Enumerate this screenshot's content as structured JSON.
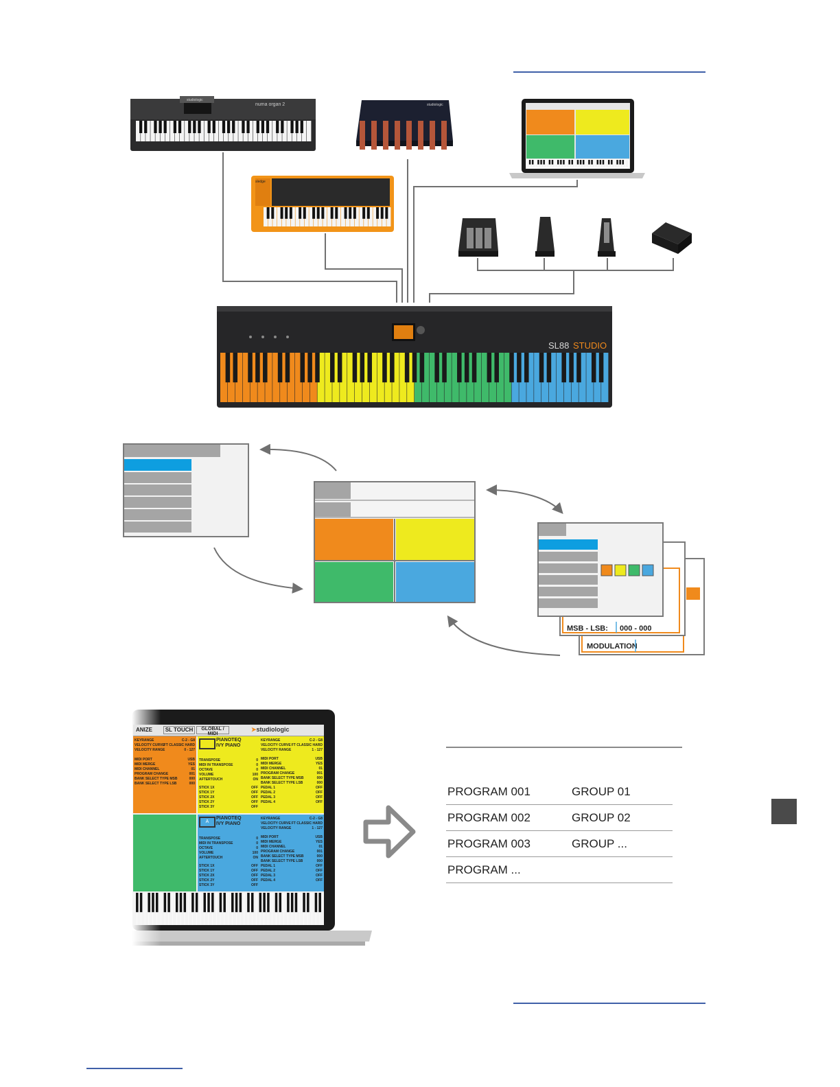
{
  "colors": {
    "orange": "#f08a1c",
    "yellow": "#eeea1e",
    "green": "#3fba6a",
    "blue": "#4aa8df",
    "rule_blue": "#3f5fa8",
    "connector": "#707070"
  },
  "top": {
    "organ_logo": "studiologic",
    "organ_model": "numa organ 2",
    "pedalboard_logo": "studiologic",
    "synth_logo": "sledge",
    "controller_model": "SL88|STUDIO",
    "controller_model_left": "SL88",
    "controller_model_right": "STUDIO"
  },
  "laptop_ui": {
    "tabs": [
      "ORGANIZE",
      "SL TOUCH",
      "GLOBAL / MIDI"
    ],
    "tab_labels_visible": [
      "ANIZE",
      "SL TOUCH",
      "GLOBAL / MIDI"
    ],
    "brand": "studiologic",
    "zones": [
      {
        "color": "orange",
        "name": "",
        "params_left": [
          [
            "KEYRANGE",
            "C-2 - G8"
          ],
          [
            "VELOCITY CURVE",
            "FT CLASSIC HARD"
          ],
          [
            "VELOCITY RANGE",
            "0 - 127"
          ]
        ],
        "rows": [
          "MIDI PORT",
          "MIDI MERGE",
          "MIDI CHANNEL",
          "PROGRAM CHANGE",
          "BANK SELECT TYPE MSB",
          "BANK SELECT TYPE LSB"
        ],
        "values": [
          "USB",
          "YES",
          "01",
          "001",
          "000",
          "000"
        ],
        "rows_visible": [
          "MIDI PORT",
          "MIDI MERGE",
          "MIDI CHANNEL",
          "PROGRAM CHANGE",
          "BANK SELECT TYPE MSB",
          "BANK SELECT TYPE LSB"
        ]
      },
      {
        "color": "yellow",
        "name": "PIANOTEQ",
        "subname": "IVY PIANO",
        "params_right": [
          [
            "KEYRANGE",
            "C-2 - G8"
          ],
          [
            "VELOCITY CURVE",
            "FT CLASSIC HARD"
          ],
          [
            "VELOCITY RANGE",
            "1 - 127"
          ]
        ],
        "rows": [
          "TRANSPOSE",
          "MIDI IN TRANSPOSE",
          "OCTAVE",
          "VOLUME",
          "AFTERTOUCH"
        ],
        "row_values": [
          "0",
          "0",
          "0",
          "100",
          "ON"
        ],
        "right_rows": [
          "MIDI PORT",
          "MIDI MERGE",
          "MIDI CHANNEL",
          "PROGRAM CHANGE",
          "BANK SELECT TYPE MSB",
          "BANK SELECT TYPE LSB"
        ],
        "right_values": [
          "USB",
          "YES",
          "01",
          "001",
          "000",
          "000"
        ],
        "controls_left": [
          [
            "STICK 1X",
            "OFF"
          ],
          [
            "STICK 1Y",
            "OFF"
          ],
          [
            "STICK 2X",
            "OFF"
          ],
          [
            "STICK 2Y",
            "OFF"
          ],
          [
            "STICK 3Y",
            "OFF"
          ]
        ],
        "controls_right": [
          [
            "PEDAL 1",
            "OFF"
          ],
          [
            "PEDAL 2",
            "OFF"
          ],
          [
            "PEDAL 3",
            "OFF"
          ],
          [
            "PEDAL 4",
            "OFF"
          ]
        ]
      },
      {
        "color": "green",
        "name": ""
      },
      {
        "color": "blue",
        "name": "PIANOTEQ",
        "subname": "IVY PIANO",
        "badge": "A",
        "params_right": [
          [
            "KEYRANGE",
            "C-2 - G8"
          ],
          [
            "VELOCITY CURVE",
            "FT CLASSIC HARD"
          ],
          [
            "VELOCITY RANGE",
            "1 - 127"
          ]
        ],
        "rows": [
          "TRANSPOSE",
          "MIDI IN TRANSPOSE",
          "OCTAVE",
          "VOLUME",
          "AFTERTOUCH"
        ],
        "row_values": [
          "0",
          "0",
          "0",
          "100",
          "ON"
        ],
        "right_rows": [
          "MIDI PORT",
          "MIDI MERGE",
          "MIDI CHANNEL",
          "PROGRAM CHANGE",
          "BANK SELECT TYPE MSB",
          "BANK SELECT TYPE LSB"
        ],
        "right_values": [
          "USB",
          "YES",
          "01",
          "001",
          "000",
          "000"
        ],
        "controls_left": [
          [
            "STICK 1X",
            "OFF"
          ],
          [
            "STICK 1Y",
            "OFF"
          ],
          [
            "STICK 2X",
            "OFF"
          ],
          [
            "STICK 2Y",
            "OFF"
          ],
          [
            "STICK 3Y",
            "OFF"
          ]
        ],
        "controls_right": [
          [
            "PEDAL 1",
            "OFF"
          ],
          [
            "PEDAL 2",
            "OFF"
          ],
          [
            "PEDAL 3",
            "OFF"
          ],
          [
            "PEDAL 4",
            "OFF"
          ]
        ]
      }
    ]
  },
  "middle": {
    "zone_page_msb_label": "MSB - LSB:",
    "zone_page_msb_value": "000 - 000",
    "zone_page_mod_label": "MODULATION"
  },
  "programs": {
    "rows": [
      {
        "program": "PROGRAM 001",
        "group": "GROUP 01"
      },
      {
        "program": "PROGRAM 002",
        "group": "GROUP 02"
      },
      {
        "program": "PROGRAM 003",
        "group": "GROUP ..."
      },
      {
        "program": "PROGRAM ...",
        "group": ""
      }
    ]
  }
}
